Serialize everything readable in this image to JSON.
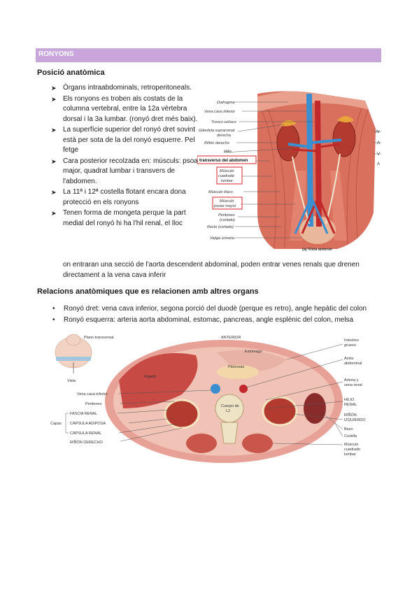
{
  "section_title": "RONYONS",
  "heading1": "Posició anatòmica",
  "bullets": [
    "Òrgans intraabdominals, retroperitoneals.",
    "Els ronyons es troben als costats de la columna vertebral, entre la 12a vèrtebra dorsal i la 3a lumbar. (ronyó dret més baix).",
    "La superfície superior del ronyó dret sovint està per sota de la del ronyó esquerre. Pel fetge",
    "Cara posterior recolzada en: músculs: psoas major, quadrat lumbar i transvers de l'abdomen.",
    "La 11ª i 12ª costella flotant encara dona protecció en els ronyons",
    "Tenen forma de mongeta perque la part medial del ronyó hi ha l'hil renal, el lloc"
  ],
  "bullet_continuation": [
    "on entraran una secció de l'aorta descendent abdominal, poden entrar venes renals que drenen",
    "directament a la vena cava inferir"
  ],
  "heading2": "Relacions anatòmiques que es relacionen amb altres organs",
  "relations": [
    "Ronyó dret: vena cava inferior, segona porció del duodè (perque es retro), angle hepàtic del colon",
    "Ronyó esquerra: arteria aorta abdominal, estomac, pancreas, angle esplènic del colon, melsa"
  ],
  "figure1": {
    "labels": {
      "diafragma": "Diafragma",
      "vena_cava": "Vena cava inferior",
      "tronco": "Tronco celíaco",
      "glandula_1": "Glándula suprarrenal",
      "glandula_2": "derecha",
      "rinon": "Riñón derecho",
      "hilio": "Hilio",
      "transverso": "transverso del abdomen",
      "cuadrado_1": "Músculo",
      "cuadrado_2": "cuadrado",
      "cuadrado_3": "lumbar",
      "iliaco": "Músculo ilíaco",
      "psoas_1": "Músculo",
      "psoas_2": "psoas mayor",
      "peritoneo_1": "Peritoneo",
      "peritoneo_2": "(cortado)",
      "recto": "Recto (cortado)",
      "vejiga": "Vejiga urinaria",
      "caption": "(a) Vista anterior"
    },
    "right_edge_labels": [
      "Ar",
      "A",
      "V",
      "A"
    ]
  },
  "figure2": {
    "labels": {
      "plano": "Plano transversal",
      "vista": "Vista",
      "anterior": "ANTERIOR",
      "estomago": "Estómago",
      "pancreas": "Páncreas",
      "higado": "Hígado",
      "cuerpo_1": "Cuerpo de",
      "cuerpo_2": "L2",
      "vena_cava": "Vena cava inferior",
      "peritoneo": "Peritoneo",
      "capas": "Capas",
      "fascia": "FASCIA RENAL",
      "capsula_adiposa": "CÁPSULA ADIPOSA",
      "capsula_renal": "CÁPSULA RENAL",
      "rinon_derecho": "RIÑÓN DERECHO",
      "intestino_1": "Intestino",
      "intestino_2": "grueso",
      "aorta_1": "Aorta",
      "aorta_2": "abdominal",
      "arteria_1": "Arteria y",
      "arteria_2": "vena renal",
      "hilio_1": "HILIO",
      "hilio_2": "RENAL",
      "rinon_izq_1": "RIÑÓN",
      "rinon_izq_2": "IZQUIERDO",
      "bazo": "Bazo",
      "costilla": "Costilla",
      "musculo_1": "Músculo",
      "musculo_2": "cuadrado",
      "musculo_3": "lumbar"
    }
  },
  "colors": {
    "banner": "#c8a6dc",
    "muscle": "#c9564a",
    "muscle_light": "#e69a8a",
    "vessel_blue": "#3a8fd0",
    "artery_red": "#c0282a",
    "gland": "#e8a43a",
    "highlight_box": "#d8232a"
  }
}
